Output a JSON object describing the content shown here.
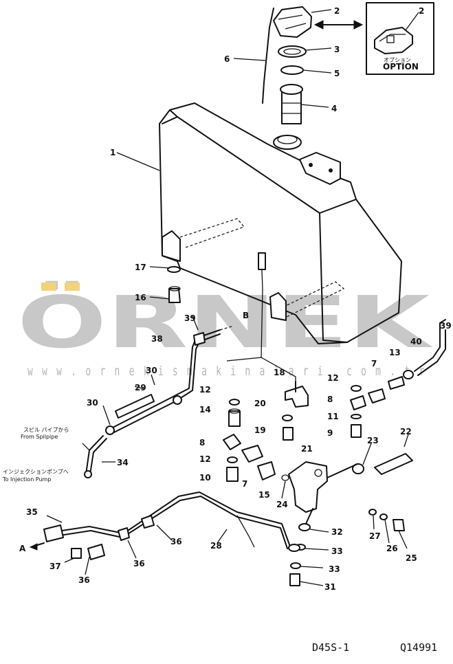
{
  "callouts": {
    "c1": "1",
    "c2": "2",
    "c2opt": "2",
    "c3": "3",
    "c4": "4",
    "c5": "5",
    "c6": "6",
    "c7a": "7",
    "c7b": "7",
    "c8a": "8",
    "c8b": "8",
    "c9": "9",
    "c10": "10",
    "c11": "11",
    "c12a": "12",
    "c12b": "12",
    "c12c": "12",
    "c13": "13",
    "c14": "14",
    "c15": "15",
    "c16": "16",
    "c17": "17",
    "c18": "18",
    "c19": "19",
    "c20": "20",
    "c21": "21",
    "c22": "22",
    "c23": "23",
    "c24": "24",
    "c25": "25",
    "c26": "26",
    "c27": "27",
    "c28": "28",
    "c29": "29",
    "c30a": "30",
    "c30b": "30",
    "c31": "31",
    "c32": "32",
    "c33a": "33",
    "c33b": "33",
    "c34": "34",
    "c35": "35",
    "c36a": "36",
    "c36b": "36",
    "c37": "37",
    "c38": "38",
    "c39a": "39",
    "c39b": "39",
    "c40": "40",
    "cA": "A",
    "cB": "B"
  },
  "option_box": {
    "jp": "オプション",
    "en": "OPTION"
  },
  "notes": {
    "spill_jp": "スピル パイプから",
    "spill_en": "From Spilpipe",
    "pump_jp": "インジェクションポンプへ",
    "pump_en": "To Injection Pump"
  },
  "footer": {
    "model": "D45S-1",
    "code": "Q14991"
  },
  "watermark": {
    "logo": "ÖRNEK",
    "url": "w w w . o r n e k i s m a k i n a l a r i . c o m . t r"
  }
}
